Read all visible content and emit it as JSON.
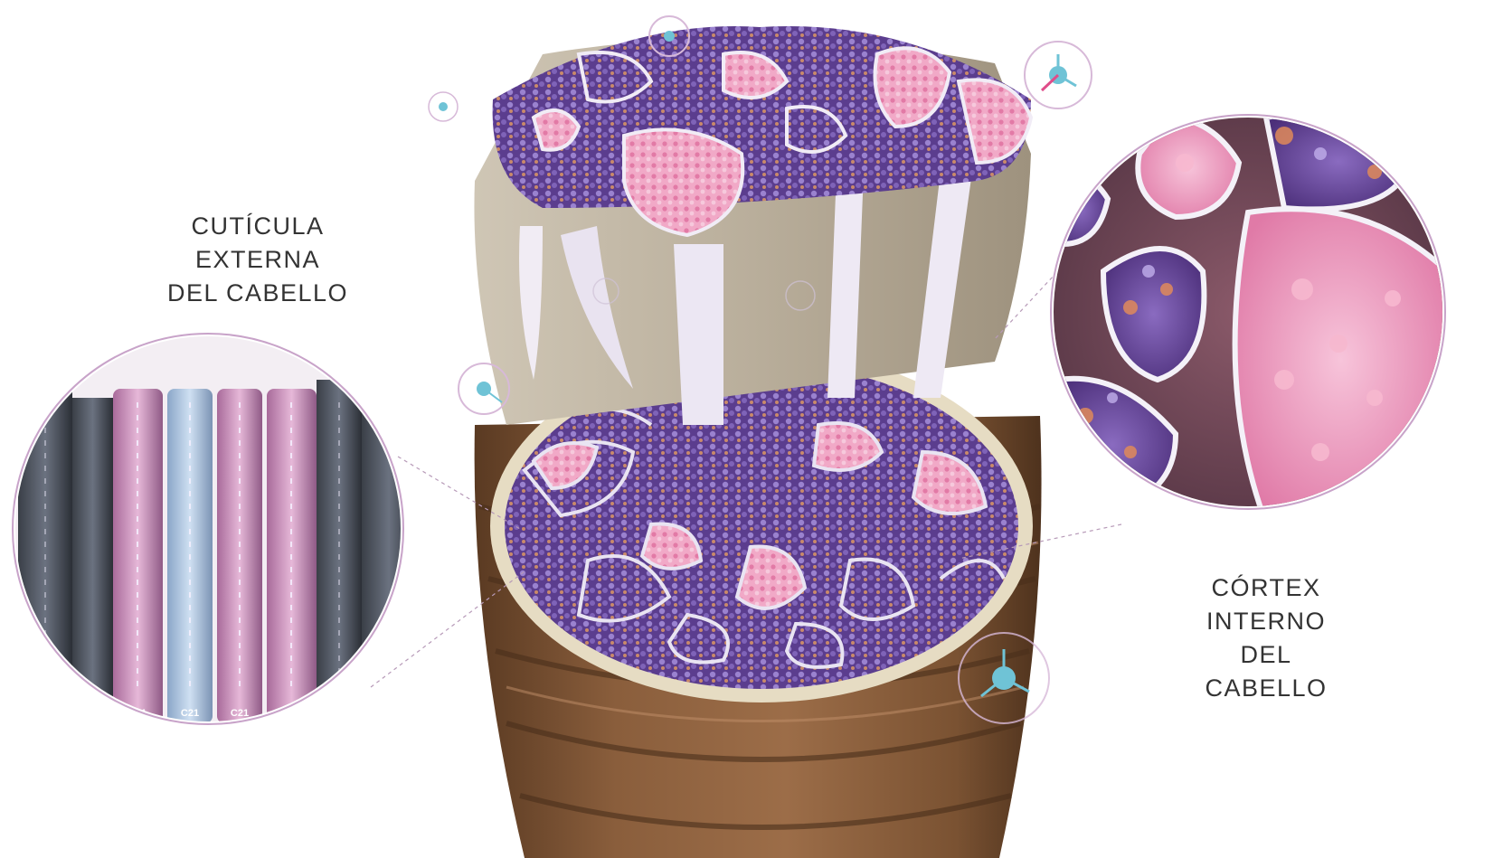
{
  "labels": {
    "cuticle": [
      "CUTÍCULA",
      "EXTERNA",
      "DEL CABELLO"
    ],
    "cortex": [
      "CÓRTEX",
      "INTERNO",
      "DEL",
      "CABELLO"
    ]
  },
  "inset_left": {
    "tube_tag": "C21"
  },
  "colors": {
    "label_text": "#333333",
    "sheath_brown": "#7a5232",
    "medulla_beige": "#b8ad9a",
    "cortex_purple": "#6a4a9a",
    "cortex_pink": "#e98fb4",
    "accent_cyan": "#6fc3d6"
  }
}
